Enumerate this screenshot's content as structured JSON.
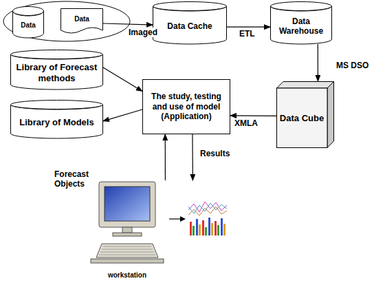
{
  "diagram": {
    "nodes": [
      {
        "text": [
          "Data"
        ]
      },
      {
        "text": [
          "Data"
        ]
      },
      {
        "text": [
          "Data Cache"
        ]
      },
      {
        "text": [
          "Data Warehouse"
        ]
      },
      {
        "text": [
          "Library of Forecast methods"
        ]
      },
      {
        "text": [
          "The study, testing and use of model (Application)"
        ]
      },
      {
        "text": [
          "Library of Models"
        ]
      },
      {
        "text": [
          "Data Cube"
        ]
      },
      {
        "text": [
          "workstation"
        ]
      }
    ],
    "edges": [
      {
        "from": 1,
        "to": 2,
        "label": "Imaged",
        "arrow": "to"
      },
      {
        "from": 2,
        "to": 3,
        "label": "ETL",
        "arrow": "to"
      },
      {
        "from": 3,
        "to": 7,
        "label": "MS DSO",
        "arrow": "to"
      },
      {
        "from": 7,
        "to": 5,
        "label": "XMLA",
        "arrow": "to"
      },
      {
        "from": 4,
        "to": 5,
        "arrow": "to"
      },
      {
        "from": 5,
        "to": 6,
        "arrow": "to"
      },
      {
        "from": 5,
        "to": 8,
        "label": "Results",
        "arrow": "to"
      },
      {
        "from": 8,
        "to": 5,
        "label": "Forecast Objects",
        "arrow": "to"
      }
    ]
  }
}
